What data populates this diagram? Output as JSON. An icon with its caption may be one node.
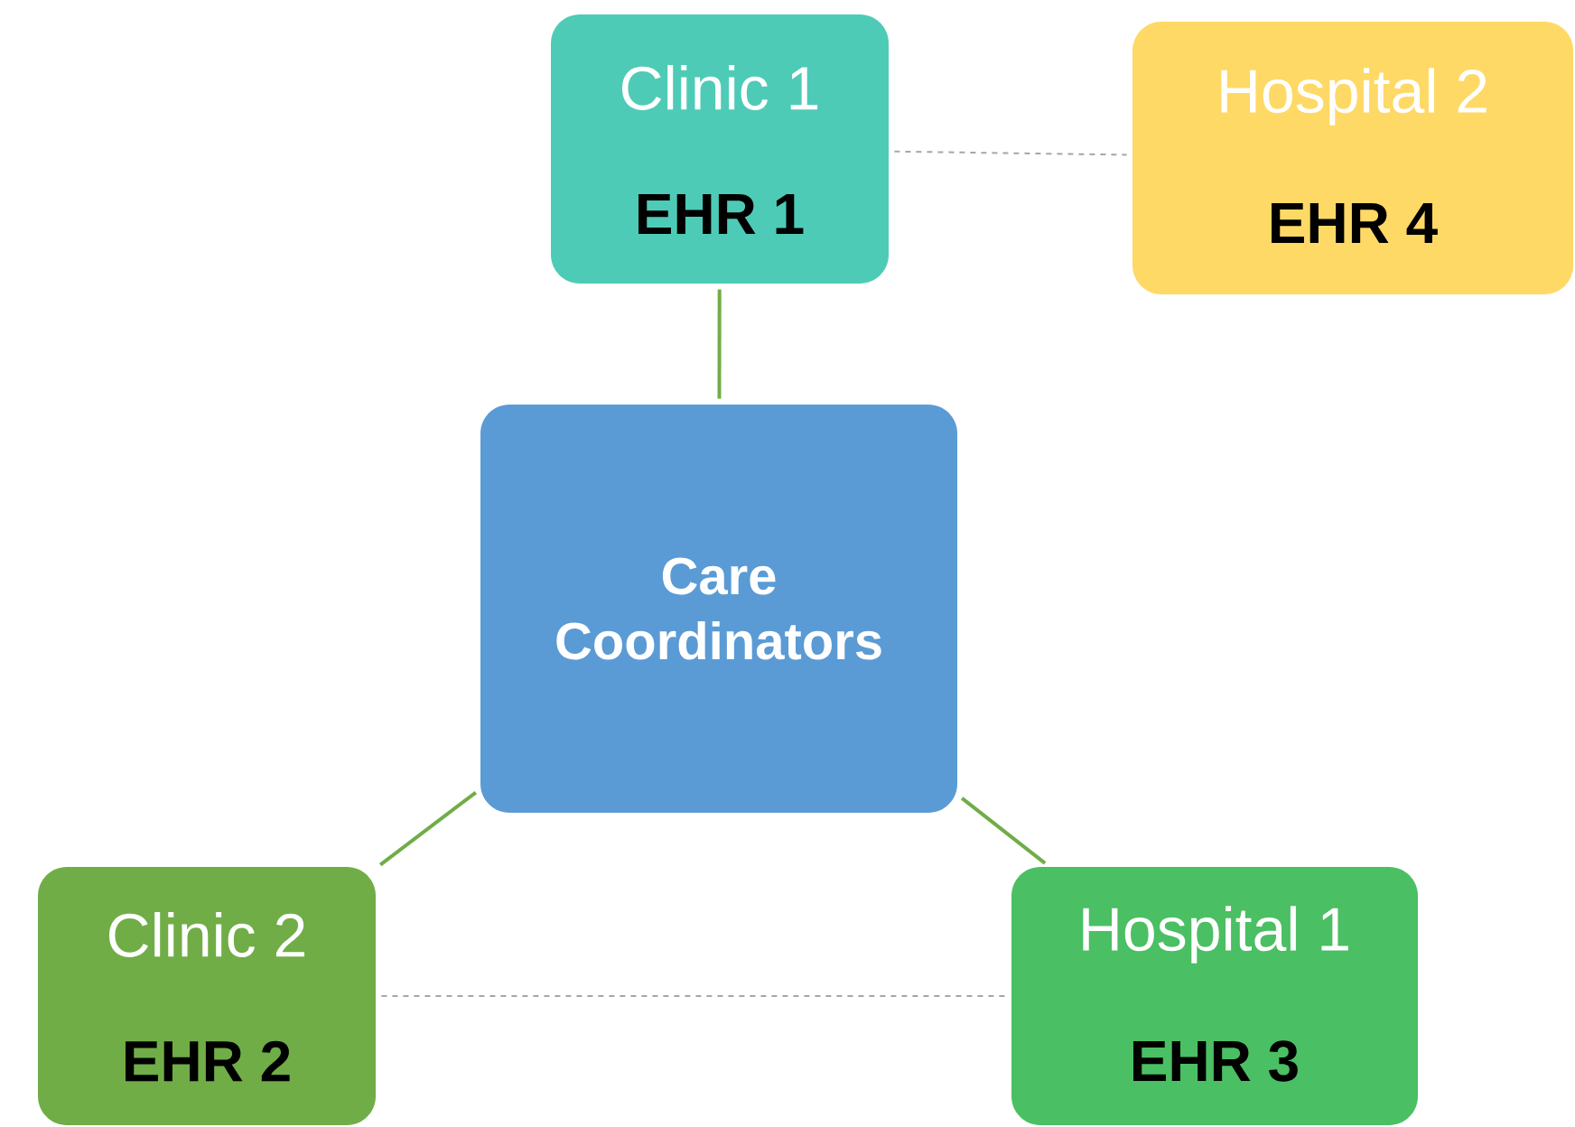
{
  "diagram": {
    "nodes": [
      {
        "text": [
          "Clinic 1",
          "EHR 1"
        ]
      },
      {
        "text": [
          "Hospital 2",
          "EHR 4"
        ]
      },
      {
        "text": [
          "Care Coordinators"
        ]
      },
      {
        "text": [
          "Clinic 2",
          "EHR 2"
        ]
      },
      {
        "text": [
          "Hospital 1",
          "EHR 3"
        ]
      }
    ],
    "edges": [
      {
        "from": 0,
        "to": 1,
        "arrow": "none",
        "style": "dashed",
        "color": "#a6a6a6"
      },
      {
        "from": 0,
        "to": 2,
        "arrow": "none"
      },
      {
        "from": 2,
        "to": 3,
        "arrow": "none"
      },
      {
        "from": 2,
        "to": 4,
        "arrow": "none"
      },
      {
        "from": 3,
        "to": 4,
        "arrow": "none",
        "style": "dashed",
        "color": "#a6a6a6"
      }
    ]
  }
}
